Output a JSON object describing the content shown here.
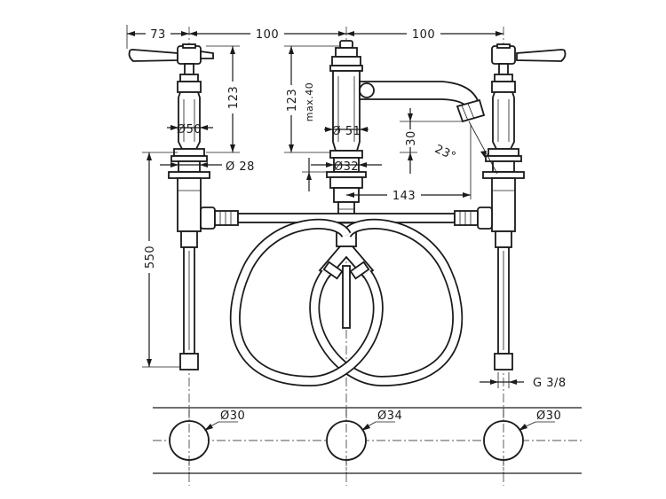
{
  "drawing": {
    "dims": {
      "d73": "73",
      "d100_left": "100",
      "d100_right": "100",
      "d123_left": "123",
      "d123_center": "123",
      "max40": "max.40",
      "dia50": "Ø50",
      "dia51": "Ø 51",
      "dia28": "Ø 28",
      "dia32": "Ø32",
      "d30": "30",
      "angle23": "23°",
      "d143": "143",
      "d550": "550",
      "g38": "G 3/8"
    },
    "plate": {
      "hole_left": "Ø30",
      "hole_center": "Ø34",
      "hole_right": "Ø30"
    }
  }
}
